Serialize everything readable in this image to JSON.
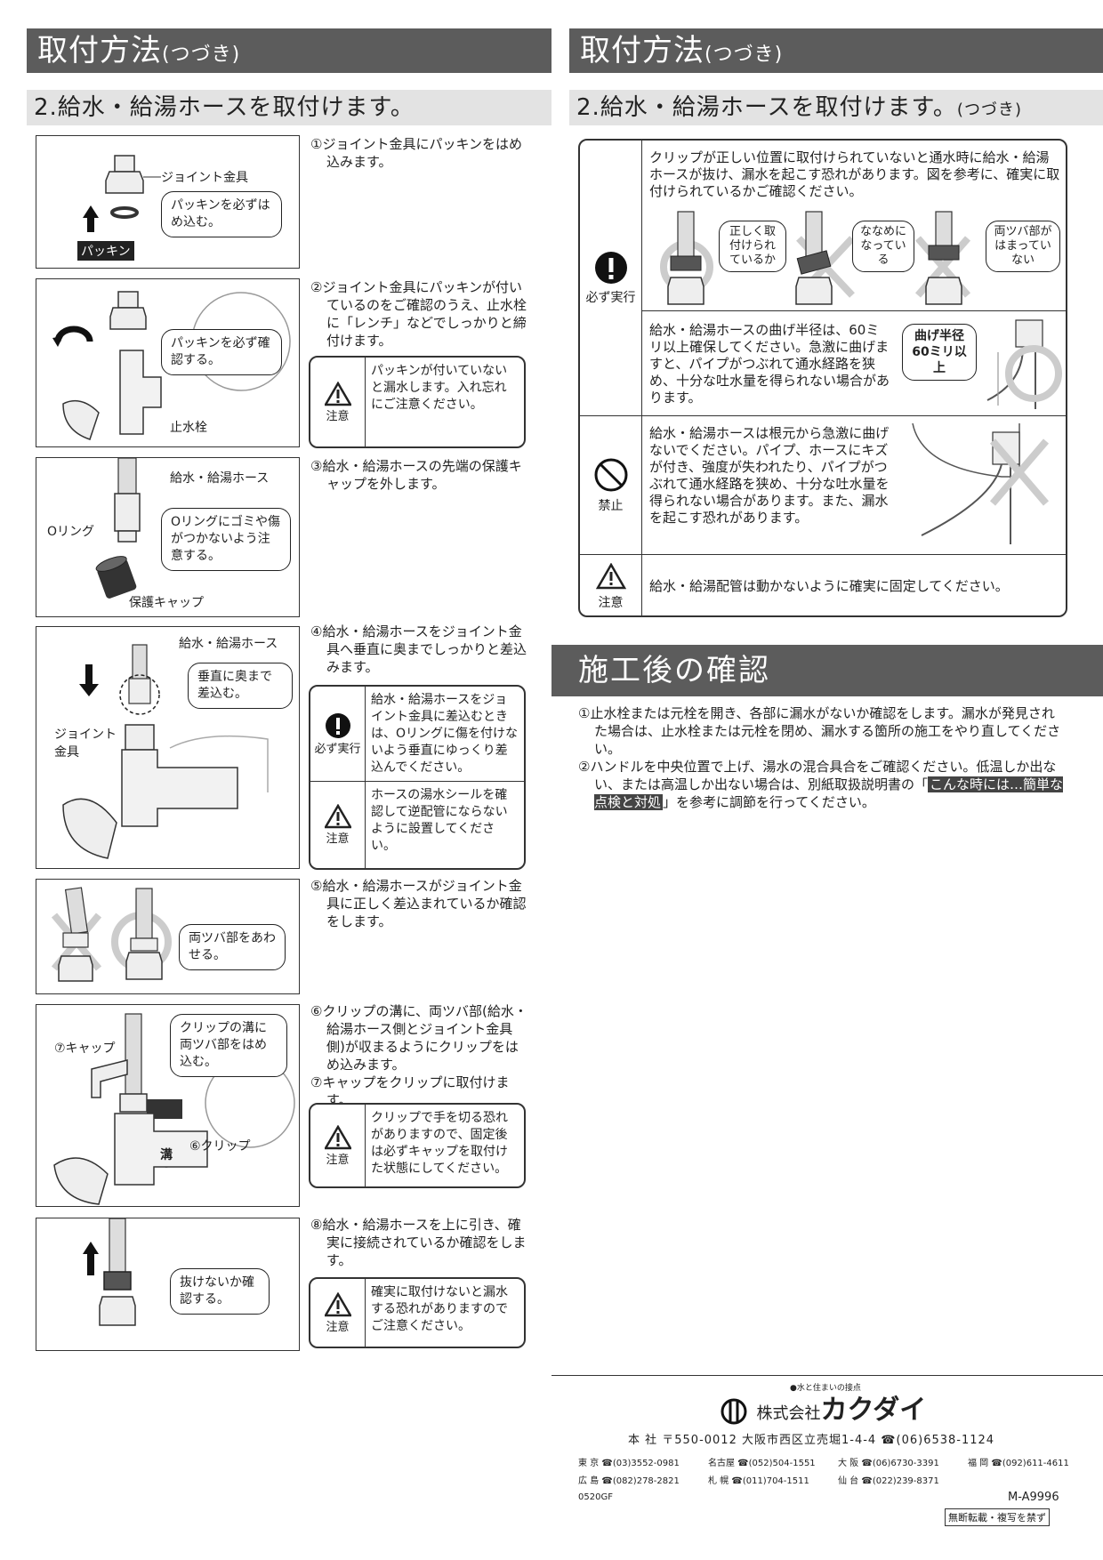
{
  "left": {
    "header": {
      "title": "取付方法",
      "title_sub": "(つづき)"
    },
    "subheader": {
      "title": "2.給水・給湯ホースを取付けます。"
    },
    "fig1": {
      "label_joint": "ジョイント金具",
      "callout": "パッキンを必ずはめ込む。",
      "tag": "パッキン"
    },
    "fig2": {
      "callout": "パッキンを必ず確認する。",
      "label_valve": "止水栓"
    },
    "fig3": {
      "label_hose": "給水・給湯ホース",
      "label_oring": "Oリング",
      "callout": "Oリングにゴミや傷がつかないよう注意する。",
      "label_cap": "保護キャップ"
    },
    "fig4": {
      "label_hose": "給水・給湯ホース",
      "callout": "垂直に奥まで差込む。",
      "label_joint": "ジョイント金具"
    },
    "fig5": {
      "callout": "両ツバ部をあわせる。"
    },
    "fig6": {
      "label_cap": "⑦キャップ",
      "callout": "クリップの溝に両ツバ部をはめ込む。",
      "label_groove": "溝",
      "label_clip": "⑥クリップ"
    },
    "fig7": {
      "callout": "抜けないか確認する。"
    },
    "steps": [
      "①ジョイント金具にパッキンをはめ込みます。",
      "②ジョイント金具にパッキンが付いているのをご確認のうえ、止水栓に「レンチ」などでしっかりと締付けます。",
      "③給水・給湯ホースの先端の保護キャップを外します。",
      "④給水・給湯ホースをジョイント金具へ垂直に奥までしっかりと差込みます。",
      "⑤給水・給湯ホースがジョイント金具に正しく差込まれているか確認をします。",
      "⑥クリップの溝に、両ツバ部(給水・給湯ホース側とジョイント金具側)が収まるようにクリップをはめ込みます。",
      "⑦キャップをクリップに取付けます。",
      "⑧給水・給湯ホースを上に引き、確実に接続されているか確認をします。"
    ],
    "warnings": {
      "caution_label": "注意",
      "must_label": "必ず実行",
      "w2": "パッキンが付いていないと漏水します。入れ忘れにご注意ください。",
      "w4a": "給水・給湯ホースをジョイント金具に差込むときは、Oリングに傷を付けないよう垂直にゆっくり差込んでください。",
      "w4b": "ホースの湯水シールを確認して逆配管にならないように設置してください。",
      "w6": "クリップで手を切る恐れがありますので、固定後は必ずキャップを取付けた状態にしてください。",
      "w8": "確実に取付けないと漏水する恐れがありますのでご注意ください。"
    }
  },
  "right": {
    "header": {
      "title": "取付方法",
      "title_sub": "(つづき)"
    },
    "subheader": {
      "title": "2.給水・給湯ホースを取付けます。",
      "title_sub": "(つづき)"
    },
    "panel": {
      "must_label": "必ず実行",
      "prohibit_label": "禁止",
      "caution_label": "注意",
      "row1_text": "クリップが正しい位置に取付けられていないと通水時に給水・給湯ホースが抜け、漏水を起こす恐れがあります。図を参考に、確実に取付けられているかご確認ください。",
      "row1_callouts": [
        "正しく取付けられているか",
        "ななめになっている",
        "両ツバ部がはまっていない"
      ],
      "row2_text": "給水・給湯ホースの曲げ半径は、60ミリ以上確保してください。急激に曲げますと、パイプがつぶれて通水経路を狭め、十分な吐水量を得られない場合があります。",
      "row2_callout": "曲げ半径60ミリ以上",
      "row3_text": "給水・給湯ホースは根元から急激に曲げないでください。パイプ、ホースにキズが付き、強度が失われたり、パイプがつぶれて通水経路を狭め、十分な吐水量を得られない場合があります。また、漏水を起こす恐れがあります。",
      "row4_text": "給水・給湯配管は動かないように確実に固定してください。"
    },
    "section": {
      "title": "施工後の確認"
    },
    "confirm": {
      "p1": "①止水栓または元栓を開き、各部に漏水がないか確認をします。漏水が発見された場合は、止水栓または元栓を閉め、漏水する箇所の施工をやり直してください。",
      "p2_pre": "②ハンドルを中央位置で上げ、湯水の混合具合をご確認ください。低温しか出ない、または高温しか出ない場合は、別紙取扱説明書の「",
      "p2_hl": "こんな時には…簡単な点検と対処",
      "p2_post": "」を参考に調節を行ってください。"
    },
    "footer": {
      "tagline": "●水と住まいの接点",
      "company_kk": "株式会社",
      "company": "カクダイ",
      "hq": "本 社 〒550-0012 大阪市西区立売堀1-4-4 ☎(06)6538-1124",
      "branches": [
        "東 京 ☎(03)3552-0981",
        "名古屋 ☎(052)504-1551",
        "大 阪 ☎(06)6730-3391",
        "福 岡 ☎(092)611-4611",
        "広 島 ☎(082)278-2821",
        "札 幌 ☎(011)704-1511",
        "仙 台 ☎(022)239-8371"
      ],
      "code_left": "0520GF",
      "code_right": "M-A9996",
      "no_reprint": "無断転載・複写を禁ず"
    }
  }
}
